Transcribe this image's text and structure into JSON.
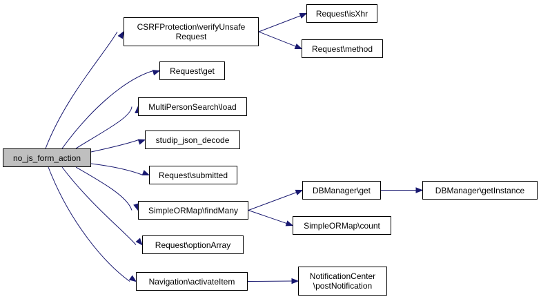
{
  "graph": {
    "nodes": [
      {
        "id": "root",
        "label": "no_js_form_action"
      },
      {
        "id": "csrf",
        "label": "CSRFProtection\\verifyUnsafe\nRequest"
      },
      {
        "id": "isxhr",
        "label": "Request\\isXhr"
      },
      {
        "id": "method",
        "label": "Request\\method"
      },
      {
        "id": "get",
        "label": "Request\\get"
      },
      {
        "id": "mps",
        "label": "MultiPersonSearch\\load"
      },
      {
        "id": "json",
        "label": "studip_json_decode"
      },
      {
        "id": "submitted",
        "label": "Request\\submitted"
      },
      {
        "id": "findmany",
        "label": "SimpleORMap\\findMany"
      },
      {
        "id": "dbget",
        "label": "DBManager\\get"
      },
      {
        "id": "dbinst",
        "label": "DBManager\\getInstance"
      },
      {
        "id": "count",
        "label": "SimpleORMap\\count"
      },
      {
        "id": "optarray",
        "label": "Request\\optionArray"
      },
      {
        "id": "nav",
        "label": "Navigation\\activateItem"
      },
      {
        "id": "notif",
        "label": "NotificationCenter\n\\postNotification"
      }
    ],
    "edges": [
      {
        "from": "root",
        "to": "csrf"
      },
      {
        "from": "root",
        "to": "get"
      },
      {
        "from": "root",
        "to": "mps"
      },
      {
        "from": "root",
        "to": "json"
      },
      {
        "from": "root",
        "to": "submitted"
      },
      {
        "from": "root",
        "to": "findmany"
      },
      {
        "from": "root",
        "to": "optarray"
      },
      {
        "from": "root",
        "to": "nav"
      },
      {
        "from": "csrf",
        "to": "isxhr"
      },
      {
        "from": "csrf",
        "to": "method"
      },
      {
        "from": "findmany",
        "to": "dbget"
      },
      {
        "from": "findmany",
        "to": "count"
      },
      {
        "from": "dbget",
        "to": "dbinst"
      },
      {
        "from": "nav",
        "to": "notif"
      }
    ],
    "colors": {
      "edge": "#191970",
      "root_fill": "#bfbfbf",
      "node_fill": "#ffffff",
      "border": "#000000"
    }
  }
}
